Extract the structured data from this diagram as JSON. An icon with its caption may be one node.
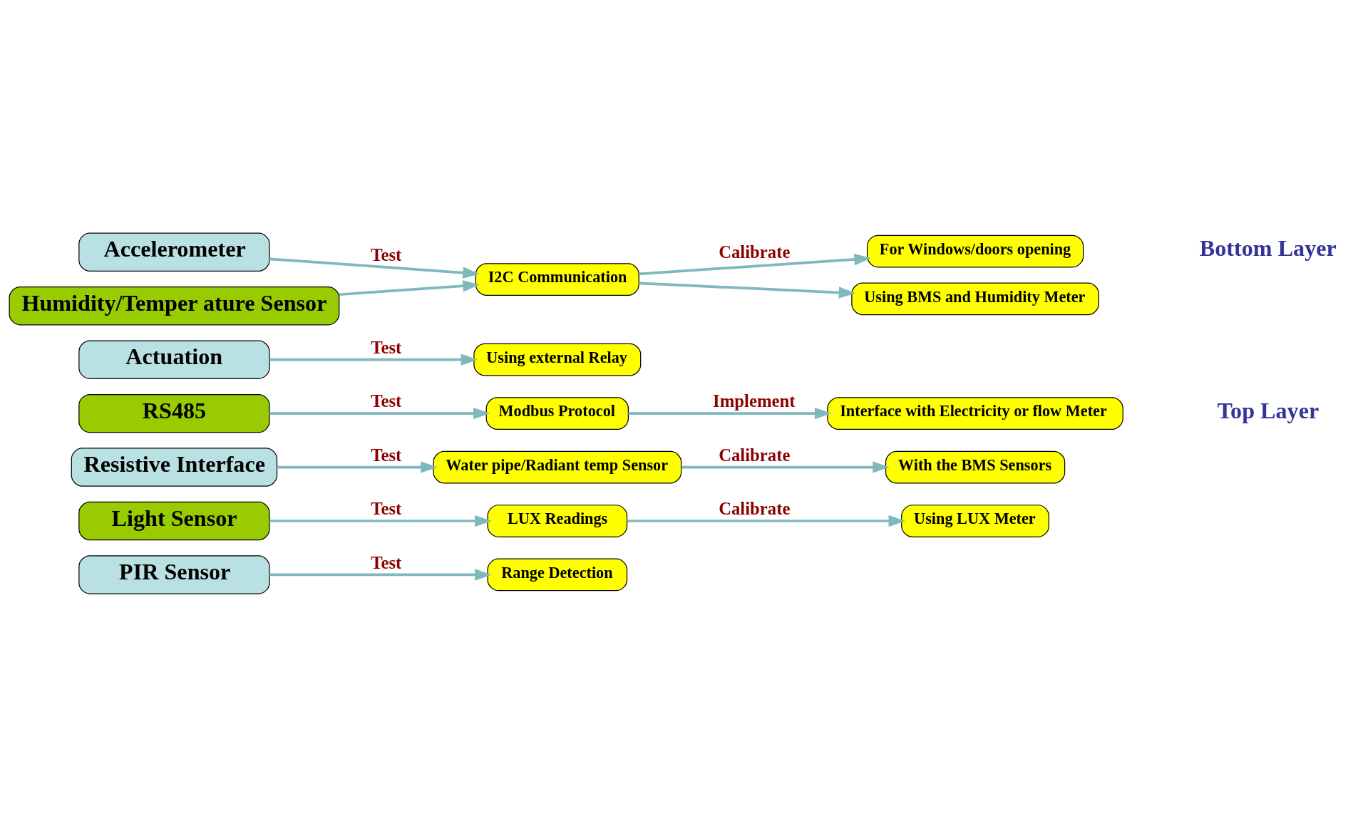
{
  "diagram": {
    "nodes": [
      {
        "text": [
          "PIR Sensor"
        ]
      },
      {
        "text": [
          "Range Detection"
        ]
      },
      {
        "text": [
          "Light Sensor"
        ]
      },
      {
        "text": [
          "LUX Readings"
        ]
      },
      {
        "text": [
          "Using LUX Meter"
        ]
      },
      {
        "text": [
          "Resistive Interface"
        ]
      },
      {
        "text": [
          "Water pipe/Radiant temp Sensor"
        ]
      },
      {
        "text": [
          "With the BMS Sensors"
        ]
      },
      {
        "text": [
          "RS485"
        ]
      },
      {
        "text": [
          "Modbus Protocol"
        ]
      },
      {
        "text": [
          "Interface with Electricity or flow Meter"
        ]
      },
      {
        "text": [
          "Actuation"
        ]
      },
      {
        "text": [
          "Using external Relay"
        ]
      },
      {
        "text": [
          "Accelerometer"
        ]
      },
      {
        "text": [
          "Humidity/Temper ature Sensor"
        ]
      },
      {
        "text": [
          "I2C Communication"
        ]
      },
      {
        "text": [
          "For Windows/doors opening"
        ]
      },
      {
        "text": [
          "Using BMS and Humidity Meter"
        ]
      }
    ],
    "edges": [
      {
        "from": 0,
        "to": 1,
        "arrow": "to",
        "label": "Test"
      },
      {
        "from": 2,
        "to": 3,
        "arrow": "to",
        "label": "Test"
      },
      {
        "from": 3,
        "to": 4,
        "arrow": "to",
        "label": "Calibrate"
      },
      {
        "from": 5,
        "to": 6,
        "arrow": "to",
        "label": "Test"
      },
      {
        "from": 6,
        "to": 7,
        "arrow": "to",
        "label": "Calibrate"
      },
      {
        "from": 8,
        "to": 9,
        "arrow": "to",
        "label": "Test"
      },
      {
        "from": 9,
        "to": 10,
        "arrow": "to",
        "label": "Implement"
      },
      {
        "from": 11,
        "to": 12,
        "arrow": "to",
        "label": "Test"
      },
      {
        "from": 13,
        "to": 15,
        "arrow": "to",
        "label": "Test"
      },
      {
        "from": 14,
        "to": 15,
        "arrow": "to"
      },
      {
        "from": 15,
        "to": 16,
        "arrow": "to",
        "label": "Calibrate"
      },
      {
        "from": 15,
        "to": 17,
        "arrow": "to"
      }
    ],
    "labels": [
      "Top Layer",
      "Bottom Layer"
    ]
  }
}
